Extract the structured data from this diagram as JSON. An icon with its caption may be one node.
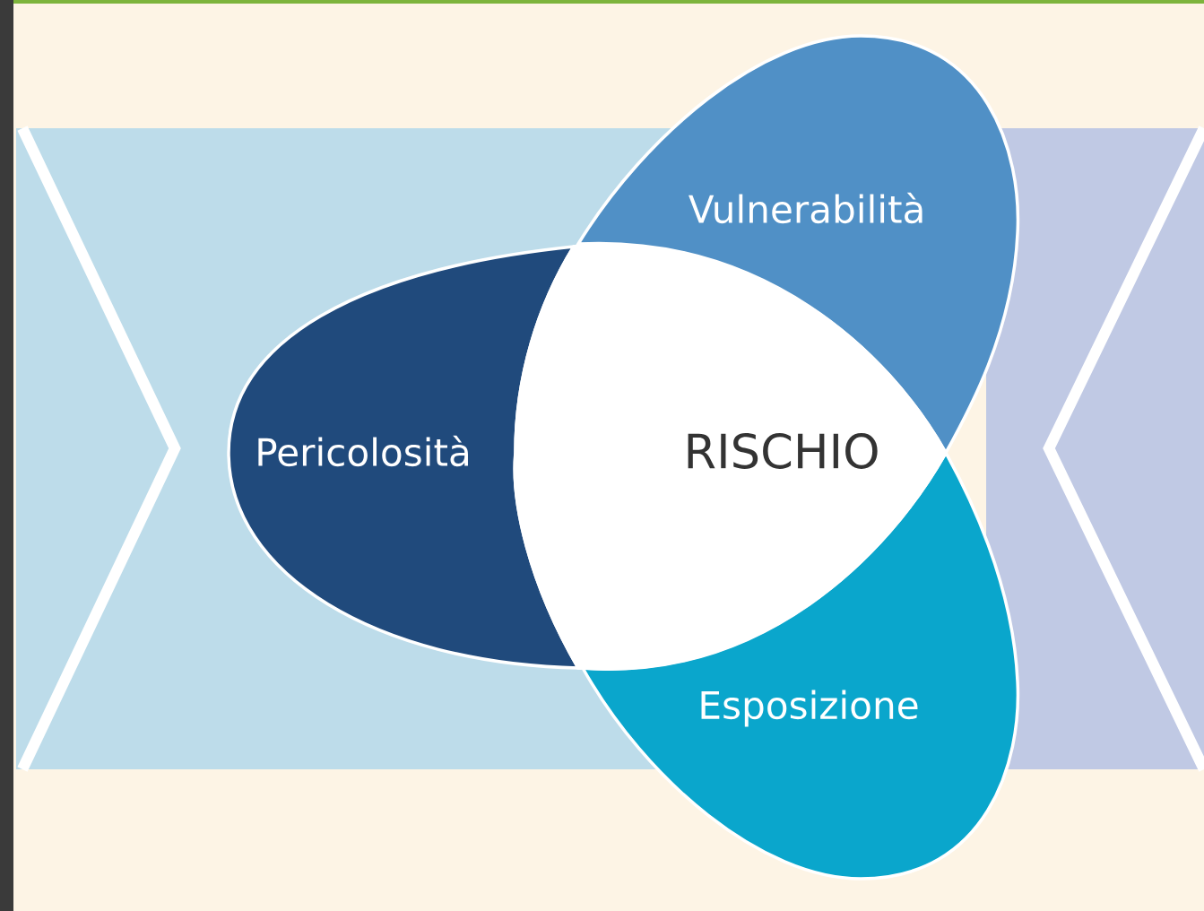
{
  "diagram": {
    "nodes": [
      {
        "text": [
          "Vulnerabilità"
        ]
      },
      {
        "text": [
          "Pericolosità"
        ]
      },
      {
        "text": [
          "RISCHIO"
        ]
      },
      {
        "text": [
          "Esposizione"
        ]
      }
    ]
  }
}
